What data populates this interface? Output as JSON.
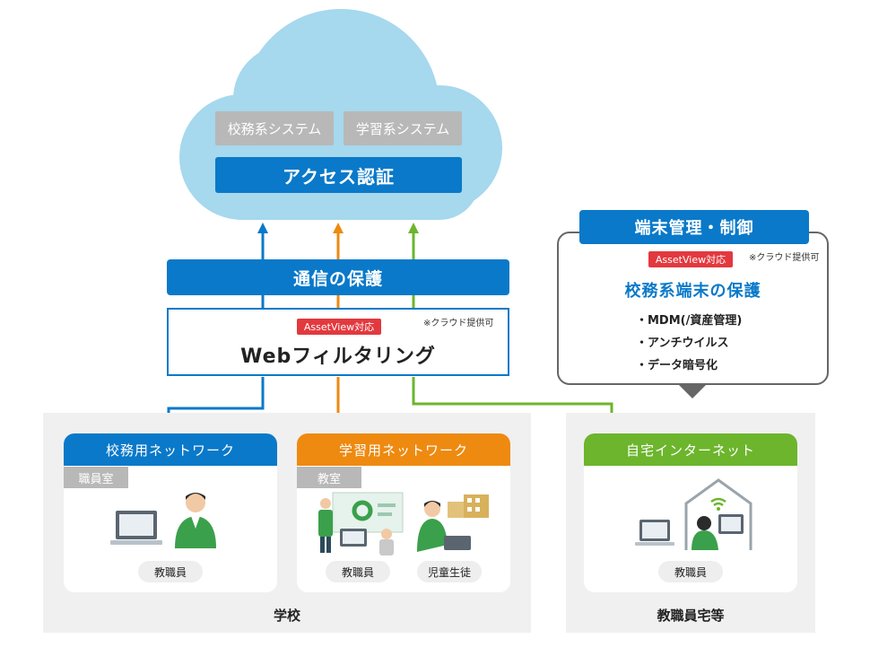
{
  "cloud": {
    "systems": [
      "校務系システム",
      "学習系システム"
    ],
    "auth_label": "アクセス認証"
  },
  "protection": {
    "label": "通信の保護"
  },
  "filter": {
    "badge": "AssetView対応",
    "note": "※クラウド提供可",
    "label": "Webフィルタリング"
  },
  "device_mgmt": {
    "header": "端末管理・制御",
    "badge": "AssetView対応",
    "note": "※クラウド提供可",
    "title": "校務系端末の保護",
    "items": [
      "・MDM(/資産管理)",
      "・アンチウイルス",
      "・データ暗号化"
    ]
  },
  "school": {
    "label": "学校",
    "networks": [
      {
        "header": "校務用ネットワーク",
        "room": "職員室",
        "people": [
          "教職員"
        ]
      },
      {
        "header": "学習用ネットワーク",
        "room": "教室",
        "people": [
          "教職員",
          "児童生徒"
        ]
      }
    ]
  },
  "home": {
    "label": "教職員宅等",
    "header": "自宅インターネット",
    "people": [
      "教職員"
    ]
  },
  "colors": {
    "blue": "#0a79c9",
    "orange": "#ee8a10",
    "green": "#6cb52d",
    "red": "#e2393f",
    "cloud": "#a6d8ee"
  }
}
